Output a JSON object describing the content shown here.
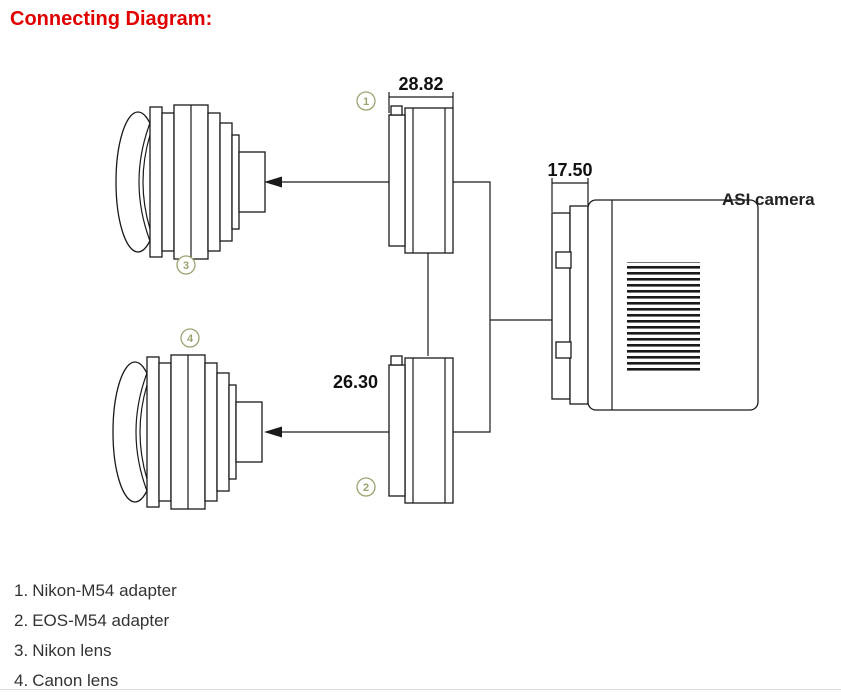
{
  "title": "Connecting Diagram:",
  "diagram": {
    "adapter1_dimension": "28.82",
    "adapter2_dimension": "26.30",
    "camera_dimension": "17.50",
    "camera_label": "ASI camera",
    "markers": {
      "m1": "1",
      "m2": "2",
      "m3": "3",
      "m4": "4"
    }
  },
  "legend": {
    "items": [
      {
        "number": "1.",
        "label": "Nikon-M54 adapter"
      },
      {
        "number": "2.",
        "label": "EOS-M54 adapter"
      },
      {
        "number": "3.",
        "label": "Nikon lens"
      },
      {
        "number": "4.",
        "label": "Canon lens"
      }
    ]
  },
  "colors": {
    "title_red": "#e10000",
    "line": "#1a1a1a",
    "marker_olive": "#9aa470",
    "text": "#333333"
  }
}
